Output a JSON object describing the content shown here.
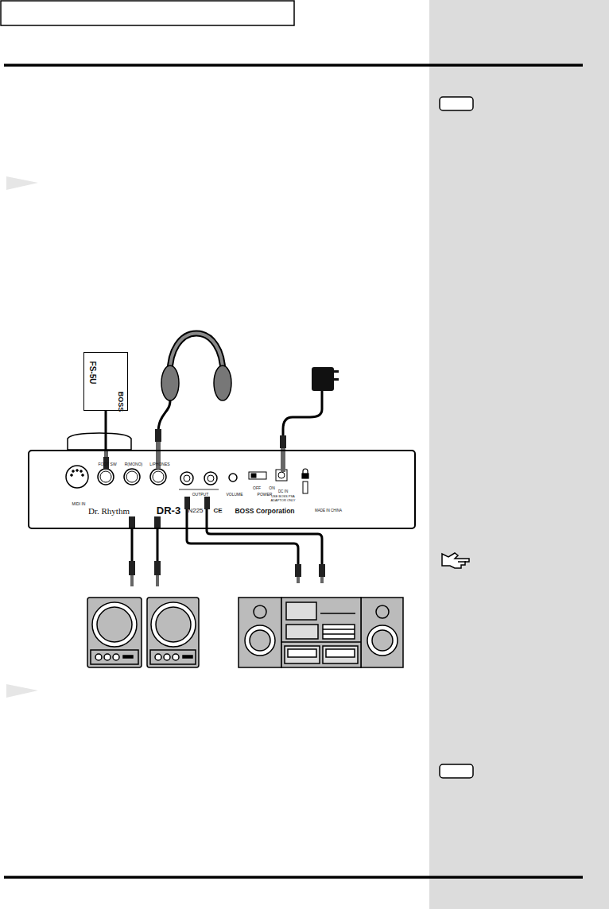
{
  "diagram": {
    "nodes": [
      {
        "text": [
          "FS-5U",
          "BOSS"
        ]
      },
      {
        "text": [
          "MIDI IN",
          "FOOT SW",
          "R(MONO)",
          "L/PHONES",
          "OUTPUT",
          "VOLUME",
          "OFF",
          "ON",
          "POWER",
          "DC IN",
          "USE BOSS PSA",
          "ADAPTOR ONLY",
          "Dr. Rhythm",
          "DR-3",
          "N225",
          "CE",
          "BOSS Corporation",
          "MADE IN CHINA"
        ]
      }
    ],
    "edges": [
      {
        "from": 0,
        "to": 1,
        "arrow": "none"
      }
    ]
  }
}
